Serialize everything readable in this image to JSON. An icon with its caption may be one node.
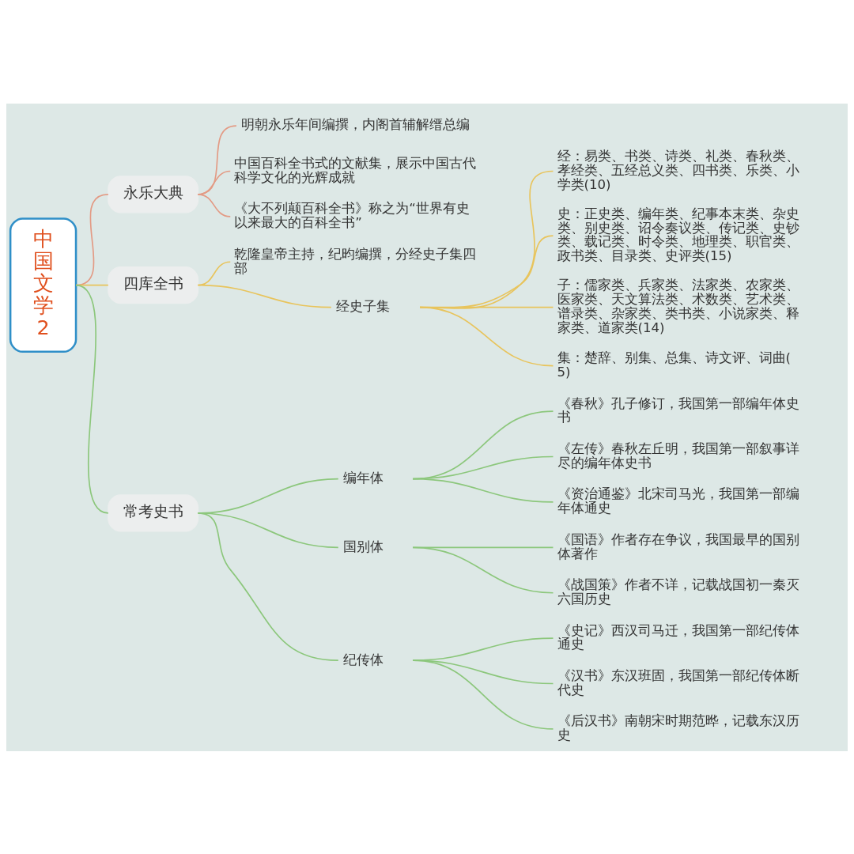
{
  "diagram": {
    "nodes": [
      {
        "text": [
          "中国文学2"
        ]
      },
      {
        "text": [
          "永乐大典"
        ]
      },
      {
        "text": [
          "明朝永乐年间编撰，内阁首辅解缙总编"
        ]
      },
      {
        "text": [
          "中国百科全书式的文献集，展示中国古代科学文化的光辉成就"
        ]
      },
      {
        "text": [
          "《大不列颠百科全书》称之为“世界有史以来最大的百科全书”"
        ]
      },
      {
        "text": [
          "四库全书"
        ]
      },
      {
        "text": [
          "乾隆皇帝主持，纪昀编撰，分经史子集四部"
        ]
      },
      {
        "text": [
          "经史子集"
        ]
      },
      {
        "text": [
          "经：易类、书类、诗类、礼类、春秋类、孝经类、五经总义类、四书类、乐类、小学类(10)"
        ]
      },
      {
        "text": [
          "史：正史类、编年类、纪事本末类、杂史类、别史类、诏令奏议类、传记类、史钞类、载记类、时令类、地理类、职官类、政书类、目录类、史评类(15)"
        ]
      },
      {
        "text": [
          "子：儒家类、兵家类、法家类、农家类、医家类、天文算法类、术数类、艺术类、谱录类、杂家类、类书类、小说家类、释家类、道家类(14)"
        ]
      },
      {
        "text": [
          "集：楚辞、别集、总集、诗文评、词曲(5)"
        ]
      },
      {
        "text": [
          "常考史书"
        ]
      },
      {
        "text": [
          "编年体"
        ]
      },
      {
        "text": [
          "《春秋》孔子修订，我国第一部编年体史书"
        ]
      },
      {
        "text": [
          "《左传》春秋左丘明，我国第一部叙事详尽的编年体史书"
        ]
      },
      {
        "text": [
          "《资治通鉴》北宋司马光，我国第一部编年体通史"
        ]
      },
      {
        "text": [
          "国别体"
        ]
      },
      {
        "text": [
          "《国语》作者存在争议，我国最早的国别体著作"
        ]
      },
      {
        "text": [
          "《战国策》作者不详，记载战国初一秦灭六国历史"
        ]
      },
      {
        "text": [
          "纪传体"
        ]
      },
      {
        "text": [
          "《史记》西汉司马迁，我国第一部纪传体通史"
        ]
      },
      {
        "text": [
          "《汉书》东汉班固，我国第一部纪传体断代史"
        ]
      },
      {
        "text": [
          "《后汉书》南朝宋时期范晔，记载东汉历史"
        ]
      }
    ],
    "edges": [
      {
        "from": 0,
        "to": 1,
        "arrow": "none",
        "color": "#e39a84"
      },
      {
        "from": 1,
        "to": 2,
        "arrow": "none",
        "color": "#e39a84"
      },
      {
        "from": 1,
        "to": 3,
        "arrow": "none",
        "color": "#e39a84"
      },
      {
        "from": 1,
        "to": 4,
        "arrow": "none",
        "color": "#e39a84"
      },
      {
        "from": 0,
        "to": 5,
        "arrow": "none",
        "color": "#e8c45c"
      },
      {
        "from": 5,
        "to": 6,
        "arrow": "none",
        "color": "#e8c45c"
      },
      {
        "from": 5,
        "to": 7,
        "arrow": "none",
        "color": "#e8c45c"
      },
      {
        "from": 7,
        "to": 8,
        "arrow": "none",
        "color": "#e8c45c"
      },
      {
        "from": 7,
        "to": 9,
        "arrow": "none",
        "color": "#e8c45c"
      },
      {
        "from": 7,
        "to": 10,
        "arrow": "none",
        "color": "#e8c45c"
      },
      {
        "from": 7,
        "to": 11,
        "arrow": "none",
        "color": "#e8c45c"
      },
      {
        "from": 0,
        "to": 12,
        "arrow": "none"
      },
      {
        "from": 12,
        "to": 13,
        "arrow": "none"
      },
      {
        "from": 12,
        "to": 17,
        "arrow": "none"
      },
      {
        "from": 12,
        "to": 20,
        "arrow": "none"
      },
      {
        "from": 13,
        "to": 14,
        "arrow": "none"
      },
      {
        "from": 13,
        "to": 15,
        "arrow": "none"
      },
      {
        "from": 13,
        "to": 16,
        "arrow": "none"
      },
      {
        "from": 17,
        "to": 18,
        "arrow": "none"
      },
      {
        "from": 17,
        "to": 19,
        "arrow": "none"
      },
      {
        "from": 20,
        "to": 21,
        "arrow": "none"
      },
      {
        "from": 20,
        "to": 22,
        "arrow": "none"
      },
      {
        "from": 20,
        "to": 23,
        "arrow": "none"
      }
    ]
  }
}
